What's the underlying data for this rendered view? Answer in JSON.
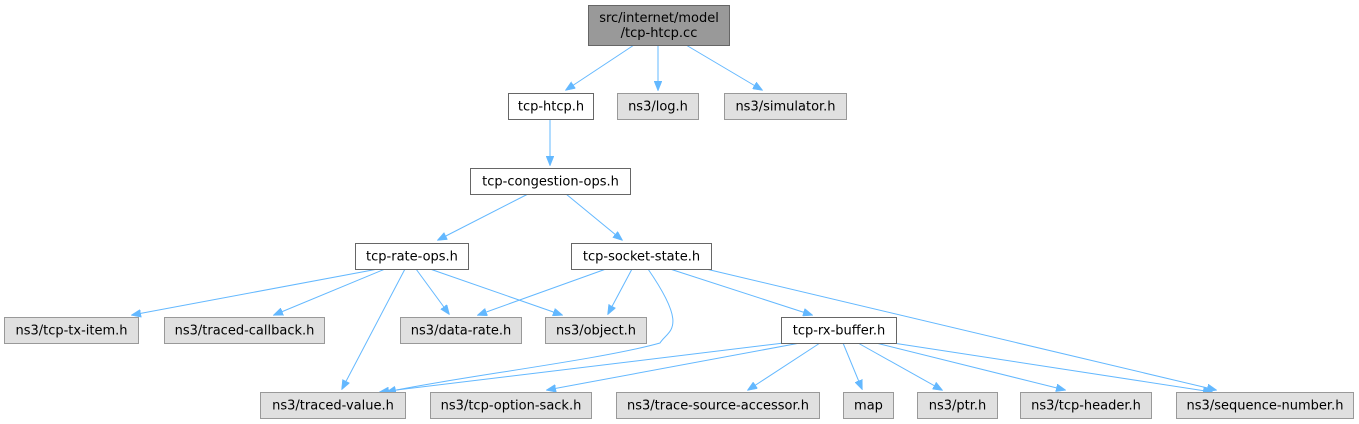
{
  "graph": {
    "nodes": [
      {
        "id": "root",
        "lines": [
          "src/internet/model",
          "/tcp-htcp.cc"
        ],
        "kind": "root"
      },
      {
        "id": "tcp-htcp-h",
        "lines": [
          "tcp-htcp.h"
        ],
        "kind": "documented"
      },
      {
        "id": "ns3-log-h",
        "lines": [
          "ns3/log.h"
        ],
        "kind": "external"
      },
      {
        "id": "ns3-simulator-h",
        "lines": [
          "ns3/simulator.h"
        ],
        "kind": "external"
      },
      {
        "id": "tcp-congestion-ops-h",
        "lines": [
          "tcp-congestion-ops.h"
        ],
        "kind": "documented"
      },
      {
        "id": "tcp-rate-ops-h",
        "lines": [
          "tcp-rate-ops.h"
        ],
        "kind": "documented"
      },
      {
        "id": "tcp-socket-state-h",
        "lines": [
          "tcp-socket-state.h"
        ],
        "kind": "documented"
      },
      {
        "id": "ns3-tcp-tx-item-h",
        "lines": [
          "ns3/tcp-tx-item.h"
        ],
        "kind": "external"
      },
      {
        "id": "ns3-traced-callback-h",
        "lines": [
          "ns3/traced-callback.h"
        ],
        "kind": "external"
      },
      {
        "id": "ns3-data-rate-h",
        "lines": [
          "ns3/data-rate.h"
        ],
        "kind": "external"
      },
      {
        "id": "ns3-object-h",
        "lines": [
          "ns3/object.h"
        ],
        "kind": "external"
      },
      {
        "id": "tcp-rx-buffer-h",
        "lines": [
          "tcp-rx-buffer.h"
        ],
        "kind": "documented"
      },
      {
        "id": "ns3-traced-value-h",
        "lines": [
          "ns3/traced-value.h"
        ],
        "kind": "external"
      },
      {
        "id": "ns3-tcp-option-sack-h",
        "lines": [
          "ns3/tcp-option-sack.h"
        ],
        "kind": "external"
      },
      {
        "id": "ns3-trace-source-accessor-h",
        "lines": [
          "ns3/trace-source-accessor.h"
        ],
        "kind": "external"
      },
      {
        "id": "map",
        "lines": [
          "map"
        ],
        "kind": "external"
      },
      {
        "id": "ns3-ptr-h",
        "lines": [
          "ns3/ptr.h"
        ],
        "kind": "external"
      },
      {
        "id": "ns3-tcp-header-h",
        "lines": [
          "ns3/tcp-header.h"
        ],
        "kind": "external"
      },
      {
        "id": "ns3-sequence-number-h",
        "lines": [
          "ns3/sequence-number.h"
        ],
        "kind": "external"
      }
    ],
    "edges": [
      [
        "root",
        "tcp-htcp-h"
      ],
      [
        "root",
        "ns3-log-h"
      ],
      [
        "root",
        "ns3-simulator-h"
      ],
      [
        "tcp-htcp-h",
        "tcp-congestion-ops-h"
      ],
      [
        "tcp-congestion-ops-h",
        "tcp-rate-ops-h"
      ],
      [
        "tcp-congestion-ops-h",
        "tcp-socket-state-h"
      ],
      [
        "tcp-rate-ops-h",
        "ns3-tcp-tx-item-h"
      ],
      [
        "tcp-rate-ops-h",
        "ns3-traced-callback-h"
      ],
      [
        "tcp-rate-ops-h",
        "ns3-traced-value-h"
      ],
      [
        "tcp-rate-ops-h",
        "ns3-data-rate-h"
      ],
      [
        "tcp-rate-ops-h",
        "ns3-object-h"
      ],
      [
        "tcp-socket-state-h",
        "ns3-data-rate-h"
      ],
      [
        "tcp-socket-state-h",
        "ns3-object-h"
      ],
      [
        "tcp-socket-state-h",
        "tcp-rx-buffer-h"
      ],
      [
        "tcp-socket-state-h",
        "ns3-traced-value-h"
      ],
      [
        "tcp-socket-state-h",
        "ns3-sequence-number-h"
      ],
      [
        "tcp-rx-buffer-h",
        "ns3-traced-value-h"
      ],
      [
        "tcp-rx-buffer-h",
        "ns3-tcp-option-sack-h"
      ],
      [
        "tcp-rx-buffer-h",
        "ns3-trace-source-accessor-h"
      ],
      [
        "tcp-rx-buffer-h",
        "map"
      ],
      [
        "tcp-rx-buffer-h",
        "ns3-ptr-h"
      ],
      [
        "tcp-rx-buffer-h",
        "ns3-tcp-header-h"
      ],
      [
        "tcp-rx-buffer-h",
        "ns3-sequence-number-h"
      ]
    ]
  },
  "colors": {
    "root_fill": "#999999",
    "root_stroke": "#666666",
    "documented_fill": "#ffffff",
    "documented_stroke": "#666666",
    "external_fill": "#e0e0e0",
    "external_stroke": "#999999",
    "edge": "#63b8ff",
    "text": "#000000"
  }
}
